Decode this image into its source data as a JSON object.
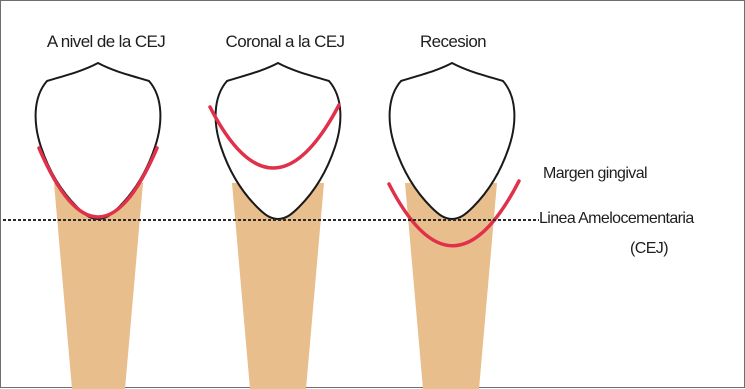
{
  "diagram": {
    "panel_titles": [
      "A nivel de la CEJ",
      "Coronal a la CEJ",
      "Recesion"
    ],
    "annotations": {
      "gingival_margin": "Margen gingival",
      "cej_line": "Linea Amelocementaria",
      "cej_abbrev": "(CEJ)"
    },
    "colors": {
      "root_fill": "#E8BE8C",
      "gingival_margin_line": "#E0304A",
      "outline": "#1a1a1a",
      "cej_line": "#2a2a2a",
      "background": "#ffffff"
    }
  }
}
